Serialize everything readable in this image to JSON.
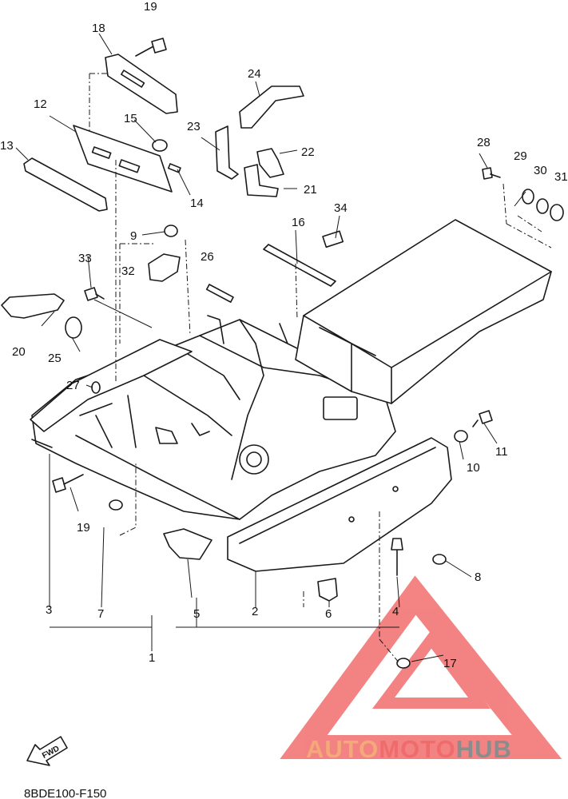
{
  "callouts": [
    "1",
    "2",
    "3",
    "4",
    "5",
    "6",
    "7",
    "8",
    "9",
    "10",
    "11",
    "12",
    "13",
    "14",
    "15",
    "16",
    "17",
    "18",
    "19",
    "19",
    "20",
    "21",
    "22",
    "23",
    "24",
    "25",
    "26",
    "27",
    "28",
    "29",
    "30",
    "31",
    "32",
    "33",
    "34"
  ],
  "diagram_code": "8BDE100-F150",
  "fwd_label": "FWD",
  "watermark": {
    "part1": "AUTO",
    "part2": "MOTO",
    "part3": "HUB",
    "color1": "#f4a97a",
    "color2": "#f06b6b",
    "color3": "#8c8c8c",
    "logo_color": "#f26d6d"
  }
}
